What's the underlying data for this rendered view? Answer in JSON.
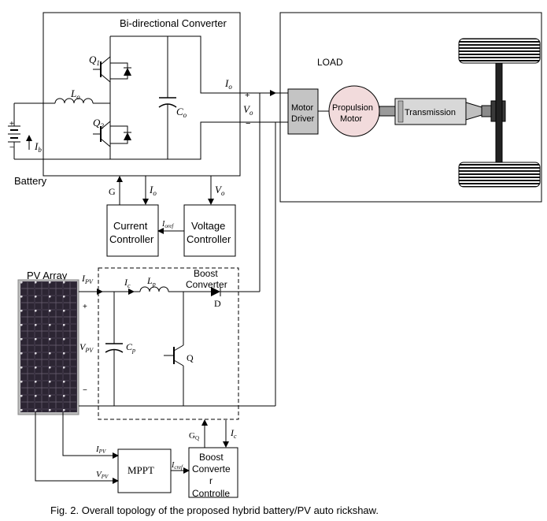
{
  "converter": {
    "title": "Bi-directional Converter",
    "q1_label": "Q",
    "q1_sub": "1",
    "q2_label": "Q",
    "q2_sub": "2",
    "inductor_label": "L",
    "inductor_sub": "o",
    "cap_label": "C",
    "cap_sub": "o",
    "out_current": "I",
    "out_current_sub": "o",
    "out_voltage": "V",
    "out_voltage_sub": "o",
    "plus": "+",
    "minus": "−"
  },
  "battery": {
    "label": "Battery",
    "current": "I",
    "current_sub": "b",
    "plus": "+",
    "minus": "−"
  },
  "load": {
    "title": "LOAD",
    "motor_driver": [
      "Motor",
      "Driver"
    ],
    "propulsion_motor": [
      "Propulsion",
      "Motor"
    ],
    "transmission": "Transmission"
  },
  "controllers": {
    "current": [
      "Current",
      "Controller"
    ],
    "voltage": [
      "Voltage",
      "Controller"
    ],
    "g_signal": "G",
    "io_signal": "I",
    "io_sub": "o",
    "vo_signal": "V",
    "vo_sub": "o",
    "ioref": "I",
    "ioref_sub": "oref"
  },
  "pv": {
    "label": "PV Array",
    "ipv": "I",
    "ipv_sub": "PV",
    "vpv": "V",
    "vpv_sub": "PV",
    "plus": "+",
    "minus": "−"
  },
  "boost": {
    "title": [
      "Boost",
      "Converter"
    ],
    "ic": "I",
    "ic_sub": "c",
    "lp": "L",
    "lp_sub": "p",
    "cp": "C",
    "cp_sub": "p",
    "diode": "D",
    "switch": "Q"
  },
  "mppt": {
    "label": "MPPT",
    "ipv": "I",
    "ipv_sub": "PV",
    "vpv": "V",
    "vpv_sub": "PV",
    "icref": "I",
    "icref_sub": "cref"
  },
  "boost_controller": {
    "label": [
      "Boost",
      "Converte",
      "r",
      "Controlle"
    ],
    "gq": "G",
    "gq_sub": "Q",
    "ic": "I",
    "ic_sub": "c"
  },
  "caption": "Fig. 2. Overall topology of the proposed hybrid battery/PV auto rickshaw."
}
